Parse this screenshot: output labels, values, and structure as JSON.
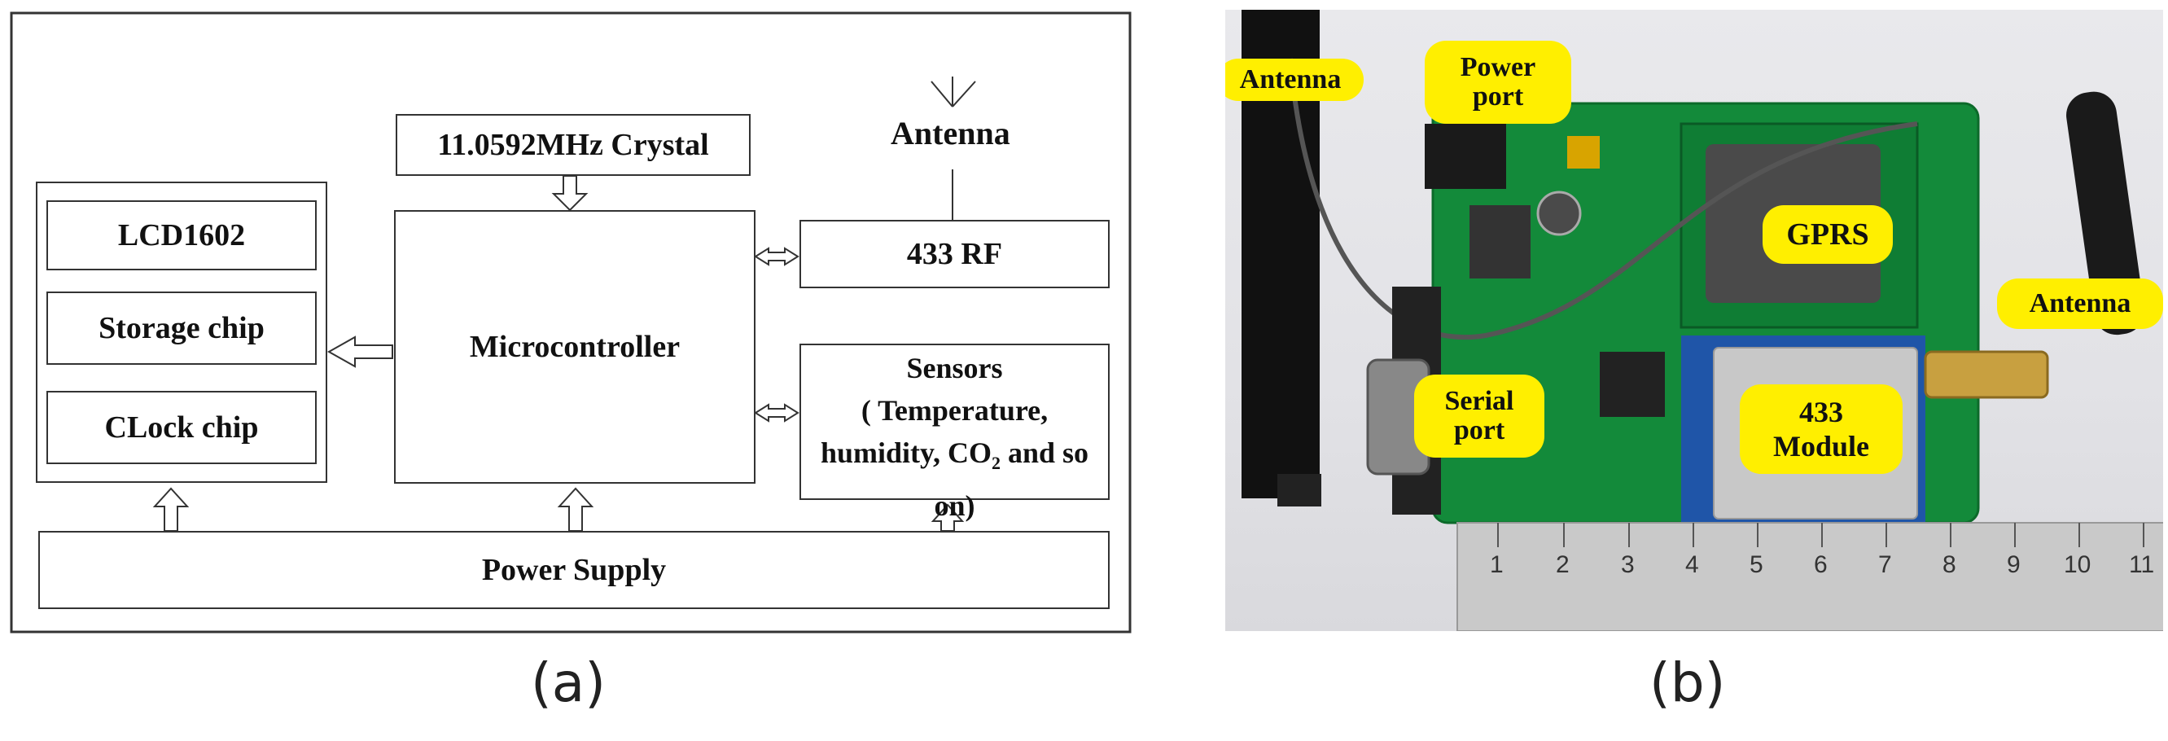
{
  "diagram_a": {
    "crystal": "11.0592MHz Crystal",
    "antenna": "Antenna",
    "lcd": "LCD1602",
    "storage": "Storage chip",
    "clock": "CLock chip",
    "microcontroller": "Microcontroller",
    "rf": "433 RF",
    "sensors_line1": "Sensors",
    "sensors_line2": "( Temperature,",
    "sensors_line3_pre": "humidity, CO",
    "sensors_line3_sub": "2",
    "sensors_line3_post": " and so",
    "sensors_line4": "on)",
    "power": "Power Supply"
  },
  "photo_b": {
    "antenna_left": "Antenna",
    "power_port_1": "Power",
    "power_port_2": "port",
    "gprs": "GPRS",
    "antenna_right": "Antenna",
    "serial_port_1": "Serial",
    "serial_port_2": "port",
    "module_1": "433",
    "module_2": "Module",
    "ruler_ticks": [
      "1",
      "2",
      "3",
      "4",
      "5",
      "6",
      "7",
      "8",
      "9",
      "10",
      "11"
    ]
  },
  "captions": {
    "a": "(a)",
    "b": "(b)"
  },
  "colors": {
    "label_highlight": "#ffef00",
    "pcb_green": "#138a3a",
    "line": "#333333"
  }
}
